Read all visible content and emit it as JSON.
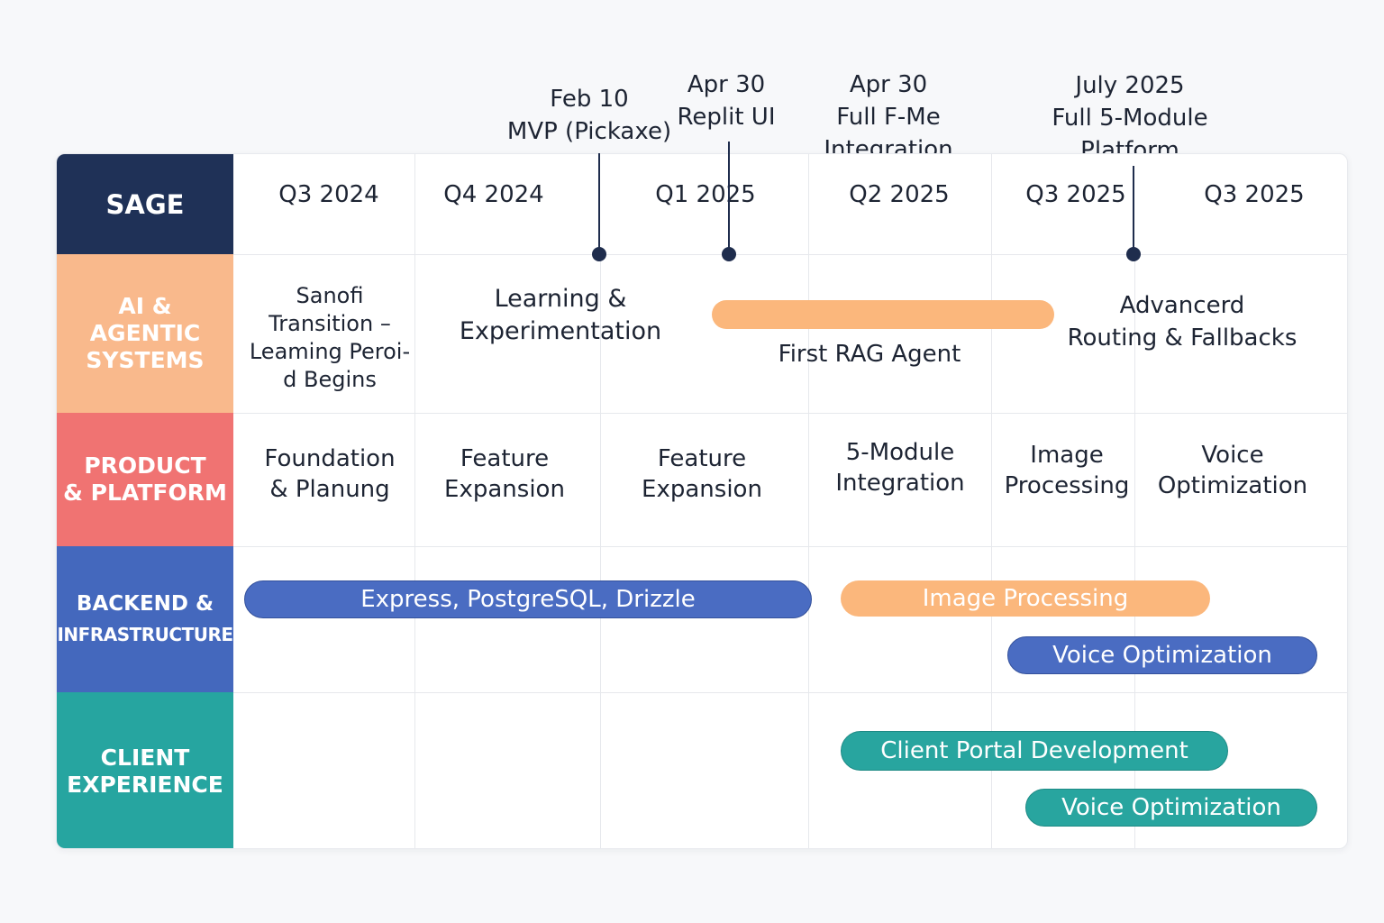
{
  "colors": {
    "sage": "#1f3157",
    "ai": "#f9b98c",
    "product": "#f07372",
    "backend": "#4468bd",
    "client": "#26a5a0",
    "orange_bar": "#fbb77c",
    "blue_bar": "#4a6cc2",
    "teal_bar": "#28a59f"
  },
  "milestones": [
    {
      "date": "Feb 10",
      "label": "MVP (Pickaxe)"
    },
    {
      "date": "Apr 30",
      "label": "Replit UI"
    },
    {
      "date": "Apr 30",
      "label": "Full F-Me",
      "label2": "Integration"
    },
    {
      "date": "July 2025",
      "label": "Full 5-Module",
      "label2": "Platform"
    }
  ],
  "header": {
    "title": "SAGE",
    "quarters": [
      "Q3 2024",
      "Q4 2024",
      "Q1 2025",
      "Q2 2025",
      "Q3 2025",
      "Q3 2025"
    ]
  },
  "rows": {
    "ai": {
      "label_1": "AI &",
      "label_2": "AGENTIC",
      "label_3": "SYSTEMS",
      "sanofi": [
        "Sanofi",
        "Transition –",
        "Leaming Peroi-",
        "d Begins"
      ],
      "learning": [
        "Learning &",
        "Experimentation"
      ],
      "rag": "First RAG Agent",
      "routing": [
        "Advancerd",
        "Routing & Fallbacks"
      ]
    },
    "product": {
      "label_1": "PRODUCT",
      "label_2": "& PLATFORM",
      "cells": [
        [
          "Foundation",
          "& Planung"
        ],
        [
          "Feature",
          "Expansion"
        ],
        [
          "Feature",
          "Expansion"
        ],
        [
          "5-Module",
          "Integration"
        ],
        [
          "Image",
          "Processing"
        ],
        [
          "Voice",
          "Optimization"
        ]
      ]
    },
    "backend": {
      "label_1": "BACKEND &",
      "label_2": "INFRASTRUCTURE",
      "bars": [
        "Express, PostgreSQL, Drizzle",
        "Image Processing",
        "Voice Optimization"
      ]
    },
    "client": {
      "label_1": "CLIENT",
      "label_2": "EXPERIENCE",
      "bars": [
        "Client Portal Development",
        "Voice Optimization"
      ]
    }
  }
}
